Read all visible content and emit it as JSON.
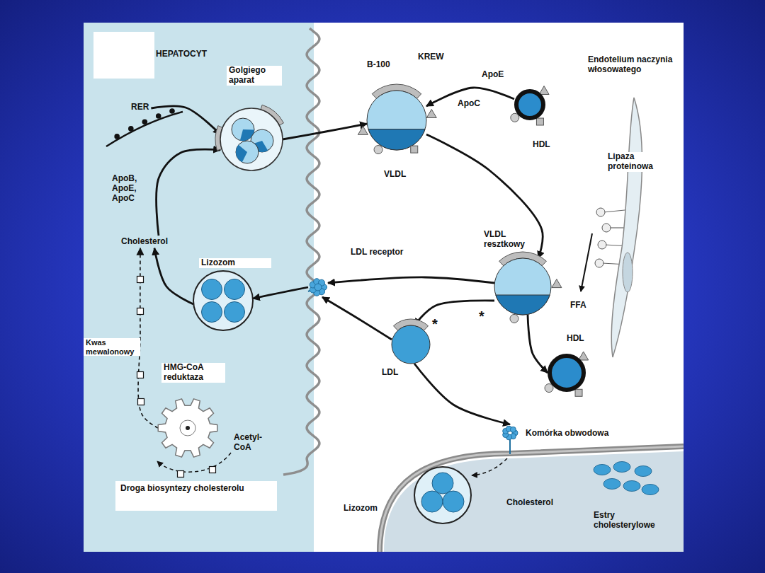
{
  "diagram": {
    "nodes": [
      {
        "text": [
          "RER"
        ]
      },
      {
        "text": [
          "Golgiego aparat"
        ]
      },
      {
        "text": [
          "B-100",
          "VLDL"
        ]
      },
      {
        "text": [
          "HDL"
        ]
      },
      {
        "text": [
          "Endotelium naczynia włosowatego"
        ]
      },
      {
        "text": [
          "LDL receptor"
        ]
      },
      {
        "text": [
          "Lizozom"
        ]
      },
      {
        "text": [
          "Cholesterol"
        ]
      },
      {
        "text": [
          "VLDL resztkowy"
        ]
      },
      {
        "text": [
          "HMG-CoA reduktaza"
        ]
      },
      {
        "text": [
          "LDL"
        ]
      },
      {
        "text": [
          "HDL"
        ]
      },
      {
        "text": [
          "Komórka obwodowa"
        ]
      },
      {
        "text": [
          "Lizozom"
        ],
        "in": 12
      },
      {
        "text": [
          "Cholesterol"
        ],
        "in": 12
      },
      {
        "text": [
          "Estry cholesterylowe"
        ],
        "in": 12
      }
    ],
    "edges": [
      {
        "from": 0,
        "to": 1,
        "arrow": "to"
      },
      {
        "from": 1,
        "to": 2,
        "arrow": "to"
      },
      {
        "from": 3,
        "to": 2,
        "arrow": "to"
      },
      {
        "from": 2,
        "to": 8,
        "arrow": "to"
      },
      {
        "from": 8,
        "to": 5,
        "arrow": "to"
      },
      {
        "from": 8,
        "to": 10,
        "arrow": "to"
      },
      {
        "from": 8,
        "to": 11,
        "arrow": "to"
      },
      {
        "from": 10,
        "to": 5,
        "arrow": "to"
      },
      {
        "from": 10,
        "to": 12,
        "arrow": "to"
      },
      {
        "from": 5,
        "to": 6,
        "arrow": "to"
      },
      {
        "from": 6,
        "to": 7,
        "arrow": "to"
      },
      {
        "from": 7,
        "to": 1,
        "arrow": "to"
      },
      {
        "from": 9,
        "to": 7,
        "arrow": "to"
      },
      {
        "from": 13,
        "to": 14,
        "arrow": "to"
      },
      {
        "from": 14,
        "to": 15,
        "arrow": "both"
      }
    ],
    "labels": [
      "HEPATOCYT",
      "KREW",
      "ApoE",
      "ApoC",
      "ApoB, ApoE, ApoC",
      "Lipaza proteinowa",
      "FFA",
      "Kwas mewalonowy",
      "Acetyl-CoA",
      "*",
      "*",
      "Droga biosyntezy cholesterolu"
    ]
  }
}
